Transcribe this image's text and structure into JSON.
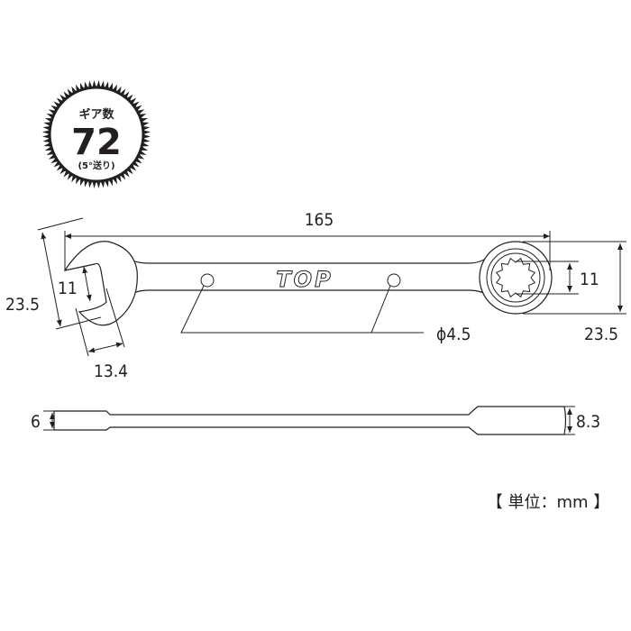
{
  "gear_badge": {
    "title": "ギア数",
    "count": "72",
    "subtitle": "(5°送り)"
  },
  "top_view": {
    "logo": "TOP",
    "overall_length": "165",
    "open_end_width": "23.5",
    "open_end_opening": "11",
    "open_end_depth": "13.4",
    "ring_end_opening": "11",
    "ring_end_width": "23.5",
    "hole_diameter": "ϕ4.5"
  },
  "side_view": {
    "open_end_thickness": "6",
    "ring_end_thickness": "8.3"
  },
  "unit_label": "【 単位：mm 】",
  "colors": {
    "line": "#231f20",
    "background": "#ffffff"
  }
}
